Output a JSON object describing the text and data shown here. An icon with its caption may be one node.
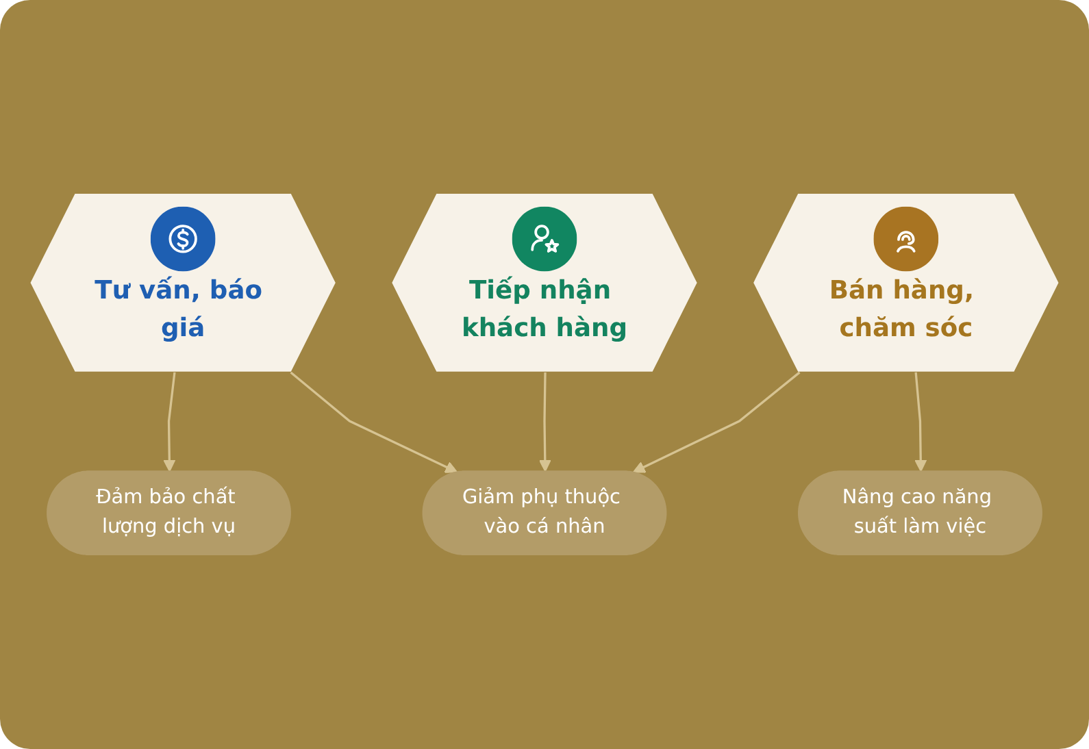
{
  "diagram": {
    "nodes": [
      {
        "text": [
          "Đảm bảo chất lượng dịch vụ"
        ]
      },
      {
        "text": [
          "Tiếp nhận khách hàng"
        ]
      },
      {
        "text": [
          "Nâng cao năng suất làm việc"
        ]
      },
      {
        "text": [
          "Tư vấn, báo giá"
        ]
      },
      {
        "text": [
          "Bán hàng, chăm sóc"
        ]
      },
      {
        "text": [
          "Giảm phụ thuộc vào cá nhân"
        ]
      }
    ],
    "edges": [
      {
        "from": 3,
        "to": 0,
        "arrow": "to"
      },
      {
        "from": 4,
        "to": 2,
        "arrow": "to"
      },
      {
        "from": 3,
        "to": 5,
        "arrow": "to"
      },
      {
        "from": 1,
        "to": 5,
        "arrow": "to"
      },
      {
        "from": 4,
        "to": 5,
        "arrow": "to"
      }
    ]
  }
}
